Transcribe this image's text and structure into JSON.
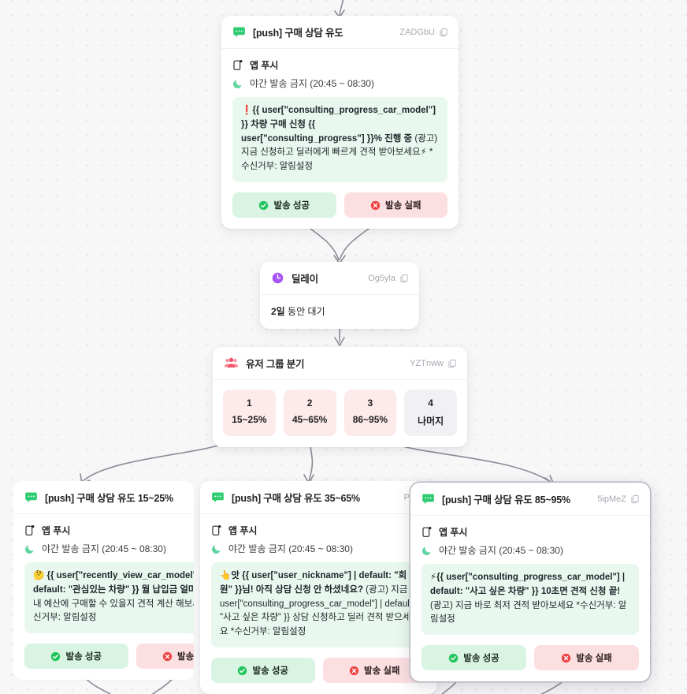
{
  "canvas": {
    "background_color": "#f7f7f8",
    "dot_color": "#e0e0e2",
    "edge_color": "#8c8c98"
  },
  "nodes": {
    "push_top": {
      "icon": "chat-bubble-icon",
      "title": "[push] 구매 상담 유도",
      "id": "ZADGbU",
      "copy_icon": "copy-icon",
      "channel_icon": "mobile-push-icon",
      "channel": "앱 푸시",
      "quiet_icon": "moon-icon",
      "quiet_hours": "야간 발송 금지 (20:45 ~ 08:30)",
      "message_bold": "❗{{ user[\"consulting_progress_car_model\"] }} 차량 구매 신청 {{ user[\"consulting_progress\"] }}% 진행 중",
      "message_plain": "(광고) 지금 신청하고 딜러에게 빠르게 견적 받아보세요⚡ *수신거부: 알림설정",
      "success_label": "발송 성공",
      "fail_label": "발송 실패",
      "success_icon": "check-circle-icon",
      "fail_icon": "x-circle-icon"
    },
    "delay": {
      "icon": "clock-icon",
      "title": "딜레이",
      "id": "Og5yla",
      "copy_icon": "copy-icon",
      "duration_value": "2일",
      "duration_suffix": " 동안 대기"
    },
    "split": {
      "icon": "users-group-icon",
      "title": "유저 그룹 분기",
      "id": "YZTnww",
      "copy_icon": "copy-icon",
      "branches": [
        {
          "num": "1",
          "value": "15~25%",
          "style": "pink"
        },
        {
          "num": "2",
          "value": "45~65%",
          "style": "pink"
        },
        {
          "num": "3",
          "value": "86~95%",
          "style": "pink"
        },
        {
          "num": "4",
          "value": "나머지",
          "style": "grey"
        }
      ]
    },
    "push_left": {
      "icon": "chat-bubble-icon",
      "title": "[push] 구매 상담 유도 15~25%",
      "id": "",
      "channel_icon": "mobile-push-icon",
      "channel": "앱 푸시",
      "quiet_icon": "moon-icon",
      "quiet_hours": "야간 발송 금지 (20:45 ~ 08:30)",
      "message_bold": "🤔 {{ user[\"recently_view_car_model\"] | default: \"관심있는 차량\" }} 월 납입금 얼마?",
      "message_plain": "(광고) 내 예산에 구매할 수 있을지 견적 계산 해보세요⚡ *수신거부: 알림설정",
      "success_label": "발송 성공",
      "fail_label": "발송 실패",
      "success_icon": "check-circle-icon",
      "fail_icon": "x-circle-icon"
    },
    "push_mid": {
      "icon": "chat-bubble-icon",
      "title": "[push] 구매 상담 유도 35~65%",
      "id": "PuGK",
      "channel_icon": "mobile-push-icon",
      "channel": "앱 푸시",
      "quiet_icon": "moon-icon",
      "quiet_hours": "야간 발송 금지 (20:45 ~ 08:30)",
      "message_bold": "👆앗 {{ user[\"user_nickname\"] | default: \"회원\" }}님! 아직 상담 신청 안 하셨네요?",
      "message_plain": "(광고) 지금 {{ user[\"consulting_progress_car_model\"] | default: \"사고 싶은 차량\" }} 상담 신청하고 딜러 견적 받으세요 *수신거부: 알림설정",
      "success_label": "발송 성공",
      "fail_label": "발송 실패",
      "success_icon": "check-circle-icon",
      "fail_icon": "x-circle-icon"
    },
    "push_right": {
      "icon": "chat-bubble-icon",
      "title": "[push] 구매 상담 유도 85~95%",
      "id": "5ipMeZ",
      "copy_icon": "copy-icon",
      "channel_icon": "mobile-push-icon",
      "channel": "앱 푸시",
      "quiet_icon": "moon-icon",
      "quiet_hours": "야간 발송 금지 (20:45 ~ 08:30)",
      "message_bold": "⚡{{ user[\"consulting_progress_car_model\"] | default: \"사고 싶은 차량\" }} 10초면 견적 신청 끝!",
      "message_plain": "(광고) 지금 바로 최저 견적 받아보세요 *수신거부: 알림설정",
      "success_label": "발송 성공",
      "fail_label": "발송 실패",
      "success_icon": "check-circle-icon",
      "fail_icon": "x-circle-icon"
    }
  }
}
